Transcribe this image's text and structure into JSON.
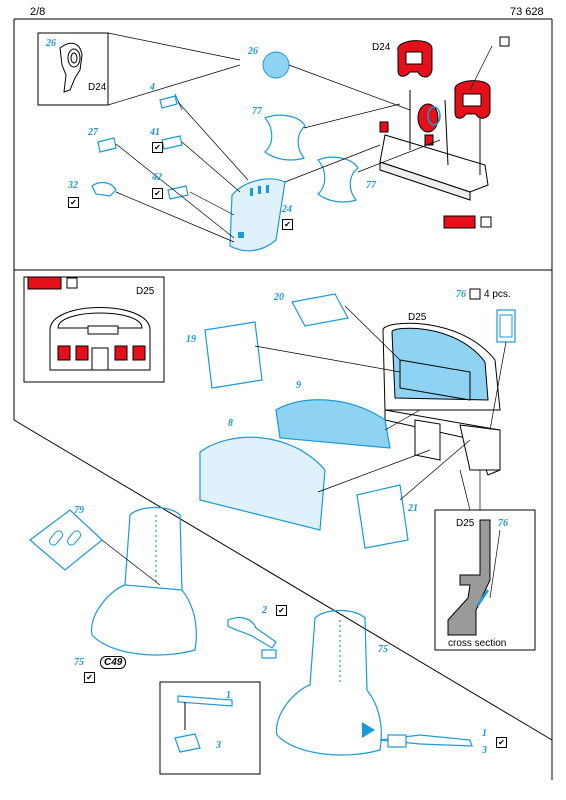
{
  "header": {
    "page": "2/8",
    "code": "73 628"
  },
  "colors": {
    "blue": "#1a9ad6",
    "light_blue": "#8fd3f4",
    "red": "#e5101a",
    "line": "#000000",
    "grey": "#9a9a9a"
  },
  "section_top": {
    "inset_label": "D24",
    "main_label": "D24",
    "parts": [
      "26",
      "4",
      "41",
      "27",
      "42",
      "32",
      "26",
      "77",
      "77",
      "24"
    ]
  },
  "section_middle": {
    "inset_label": "D25",
    "main_label": "D25",
    "part_76": "76",
    "qty": "4 pcs.",
    "parts": [
      "20",
      "19",
      "9",
      "8",
      "21"
    ],
    "cross": {
      "label": "D25",
      "part": "76",
      "caption": "cross section"
    }
  },
  "section_bottom": {
    "parts": [
      "79",
      "2",
      "75",
      "75",
      "1",
      "3",
      "1",
      "3"
    ],
    "ref": "C49"
  }
}
